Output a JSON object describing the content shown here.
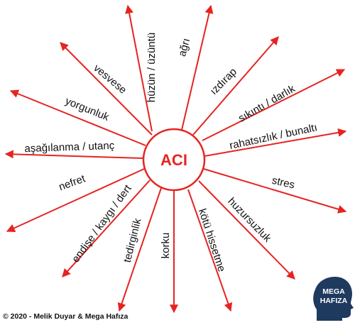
{
  "center": {
    "label": "ACI"
  },
  "terms": [
    {
      "id": "huzun",
      "label": "hüzün / üzüntü"
    },
    {
      "id": "agri",
      "label": "ağrı"
    },
    {
      "id": "izdirap",
      "label": "ızdırap"
    },
    {
      "id": "sikinti",
      "label": "sıkıntı / darlık"
    },
    {
      "id": "rahatsizlik",
      "label": "rahatsızlık / bunaltı"
    },
    {
      "id": "stres",
      "label": "stres"
    },
    {
      "id": "huzursuzluk",
      "label": "huzursuzluk"
    },
    {
      "id": "kotu-hissetme",
      "label": "kötü hissetme"
    },
    {
      "id": "korku",
      "label": "korku"
    },
    {
      "id": "tedirginlik",
      "label": "tedirginlik"
    },
    {
      "id": "endise",
      "label": "endişe / kaygı / dert"
    },
    {
      "id": "nefret",
      "label": "nefret"
    },
    {
      "id": "asagilanma",
      "label": "aşağılanma / utanç"
    },
    {
      "id": "yorgunluk",
      "label": "yorgunluk"
    },
    {
      "id": "vesvese",
      "label": "vesvese"
    }
  ],
  "footer": {
    "copyright": "© 2020 - Melik Duyar & Mega Hafıza"
  },
  "logo": {
    "line1": "MEGA",
    "line2": "HAFIZA"
  },
  "colors": {
    "accent": "#e52421",
    "logo": "#1f3a5f",
    "text": "#111111"
  }
}
